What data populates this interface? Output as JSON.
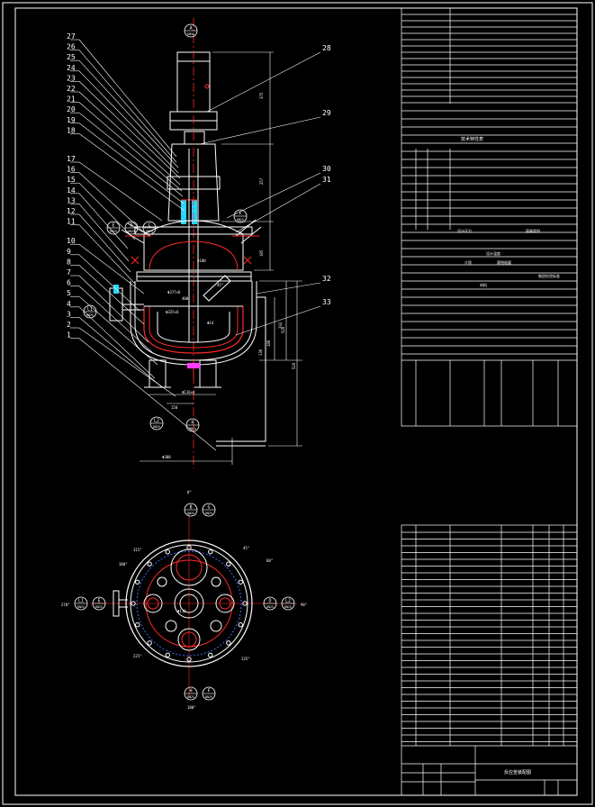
{
  "colors": {
    "background": "#000000",
    "line": "#ffffff",
    "red": "#ff2a2a",
    "blue": "#3a6cff",
    "cyan": "#25d6ff",
    "yellow": "#ffd21e",
    "magenta": "#ff3cff"
  },
  "part_numbers": [
    "27",
    "26",
    "25",
    "24",
    "23",
    "22",
    "21",
    "20",
    "19",
    "18",
    "17",
    "16",
    "15",
    "14",
    "13",
    "12",
    "11",
    "10",
    "9",
    "8",
    "7",
    "6",
    "5",
    "4",
    "3",
    "2",
    "1"
  ],
  "right_part_numbers": [
    "28",
    "29",
    "30",
    "31",
    "32",
    "33"
  ],
  "nozzle_tags_top": [
    {
      "id": "A",
      "size": "DN50"
    }
  ],
  "nozzle_tags_left": [
    {
      "id": "E",
      "size": "DN25"
    },
    {
      "id": "D",
      "size": "DN25"
    },
    {
      "id": "C",
      "size": "DN25"
    }
  ],
  "nozzle_tag_right": {
    "id": "F",
    "size": "DN25"
  },
  "nozzle_tag_side": {
    "id": "L1",
    "size": "DN25"
  },
  "nozzle_tags_bottom": [
    {
      "id": "L2",
      "size": "DN25"
    },
    {
      "id": "H",
      "size": "DN25"
    }
  ],
  "plan_tags": {
    "top": [
      {
        "id": "B",
        "size": "DN25"
      },
      {
        "id": "G",
        "size": "DN25"
      }
    ],
    "left": [
      {
        "id": "L1",
        "size": "DN25"
      },
      {
        "id": "E",
        "size": "DN25"
      }
    ],
    "right": [
      {
        "id": "D",
        "size": "DN25"
      },
      {
        "id": "L2",
        "size": "DN25"
      }
    ],
    "bottom": [
      {
        "id": "H",
        "size": "DN25"
      },
      {
        "id": "F",
        "size": "DN25"
      }
    ]
  },
  "plan_angles": {
    "top": "0°",
    "a45": "45°",
    "a60": "60°",
    "a90": "90°",
    "a135": "135°",
    "a180": "180°",
    "a225": "225°",
    "a270": "270°",
    "a300": "300°",
    "a315": "315°"
  },
  "dimensions": {
    "d_bottom_flange": "Φ116×4",
    "d_base": "Φ300",
    "d_top_flange": "Φ100",
    "d_jacket": "Φ377×6",
    "d_vessel": "Φ325×6",
    "d_shaft": "Φ14",
    "d_plan_inner": "Φ110",
    "d_flange_outer": "400",
    "h_motor": "375",
    "h_stand": "257",
    "h_cover": "185",
    "h_jacket": "292",
    "h_lower": "186",
    "h_total": "520",
    "h_inner": "520",
    "h_short": "136",
    "w_bottom": "150",
    "angle_nozzle": "45°",
    "angle_nozzle2": "45°"
  },
  "title_blocks": {
    "spec_title": "技术特性表",
    "spec_header": "设计压力",
    "row_a": "容器类别",
    "row_b": "设计温度",
    "row_c": "介质",
    "row_d": "腐蚀裕量",
    "label_mat": "材料",
    "label_std": "制造检验标准",
    "block_title": "反应釜装配图"
  }
}
